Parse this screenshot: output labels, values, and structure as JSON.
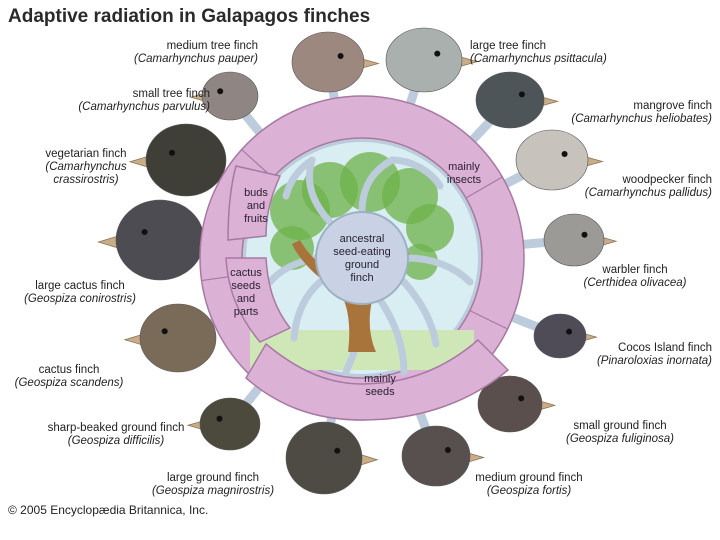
{
  "title": "Adaptive radiation in Galapagos finches",
  "copyright": "© 2005 Encyclopædia Britannica, Inc.",
  "center_label": [
    "ancestral",
    "seed-eating",
    "ground",
    "finch"
  ],
  "diet_groups": {
    "insects": [
      "mainly",
      "insects"
    ],
    "seeds": [
      "mainly",
      "seeds"
    ],
    "buds": [
      "buds",
      "and",
      "fruits"
    ],
    "cactus": [
      "cactus",
      "seeds",
      "and",
      "parts"
    ]
  },
  "finches": [
    {
      "common": "medium tree finch",
      "scientific": "(Camarhynchus pauper)",
      "color": "#9d8880"
    },
    {
      "common": "large tree finch",
      "scientific": "(Camarhynchus psittacula)",
      "color": "#a9b0ad"
    },
    {
      "common": "small tree finch",
      "scientific": "(Camarhynchus parvulus)",
      "color": "#8f8582"
    },
    {
      "common": "mangrove finch",
      "scientific": "(Camarhynchus heliobates)",
      "color": "#4d5558"
    },
    {
      "common": "vegetarian finch",
      "scientific": "(Camarhynchus crassirostris)",
      "color": "#3f3f38"
    },
    {
      "common": "woodpecker finch",
      "scientific": "(Camarhynchus pallidus)",
      "color": "#c7c3bc"
    },
    {
      "common": "large cactus finch",
      "scientific": "(Geospiza conirostris)",
      "color": "#4d4c52"
    },
    {
      "common": "warbler finch",
      "scientific": "(Certhidea olivacea)",
      "color": "#9c9a96"
    },
    {
      "common": "cactus finch",
      "scientific": "(Geospiza scandens)",
      "color": "#7a6b58"
    },
    {
      "common": "Cocos Island finch",
      "scientific": "(Pinaroloxias inornata)",
      "color": "#4f4c58"
    },
    {
      "common": "sharp-beaked ground finch",
      "scientific": "(Geospiza difficilis)",
      "color": "#4c4a3c"
    },
    {
      "common": "small ground finch",
      "scientific": "(Geospiza fuliginosa)",
      "color": "#5a4f4c"
    },
    {
      "common": "large ground finch",
      "scientific": "(Geospiza magnirostris)",
      "color": "#4d4b44"
    },
    {
      "common": "medium ground finch",
      "scientific": "(Geospiza fortis)",
      "color": "#58504e"
    }
  ],
  "colors": {
    "ring": "#dcb1d6",
    "ring_stroke": "#a779a1",
    "spoke": "#bcccdc",
    "spoke_stroke": "#9db0c3",
    "hub": "#c9d2e4",
    "beak": "#c9ad88",
    "sky": "#d8eef2",
    "tree": "#a8743c",
    "foliage": "#6fb24a"
  }
}
